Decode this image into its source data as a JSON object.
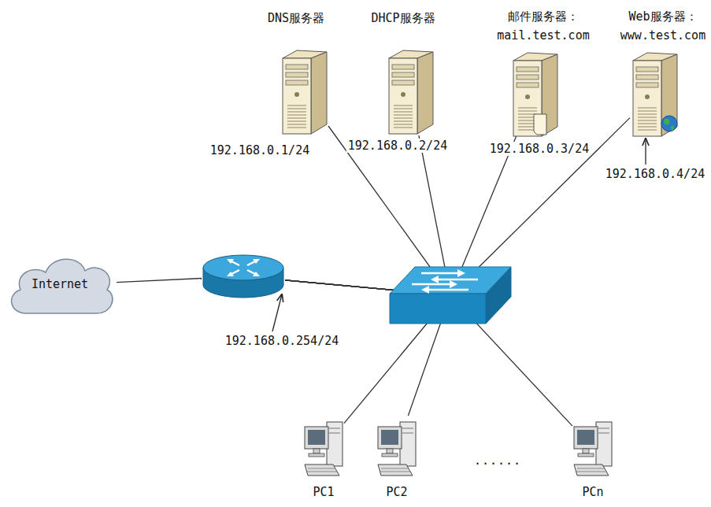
{
  "diagram": {
    "nodes": [
      {
        "text": [
          "DNS服务器",
          "192.168.0.1/24"
        ]
      },
      {
        "text": [
          "DHCP服务器",
          "192.168.0.2/24"
        ]
      },
      {
        "text": [
          "邮件服务器：",
          "mail.test.com",
          "192.168.0.3/24"
        ]
      },
      {
        "text": [
          "Web服务器：",
          "www.test.com",
          "192.168.0.4/24"
        ]
      },
      {
        "text": [
          "Internet"
        ]
      },
      {
        "text": [
          "192.168.0.254/24"
        ]
      },
      {
        "text": [
          "PC1"
        ]
      },
      {
        "text": [
          "PC2"
        ]
      },
      {
        "text": [
          "PCn"
        ]
      }
    ],
    "edges": [
      {
        "from": 4,
        "to": 5,
        "arrow": "none"
      },
      {
        "from": 5,
        "to": 0,
        "arrow": "none"
      },
      {
        "from": 5,
        "to": 1,
        "arrow": "none"
      },
      {
        "from": 5,
        "to": 2,
        "arrow": "none"
      },
      {
        "from": 5,
        "to": 3,
        "arrow": "none"
      },
      {
        "from": 5,
        "to": 6,
        "arrow": "none"
      },
      {
        "from": 5,
        "to": 7,
        "arrow": "none"
      },
      {
        "from": 5,
        "to": 8,
        "arrow": "none"
      }
    ],
    "labels": [
      "......"
    ]
  }
}
